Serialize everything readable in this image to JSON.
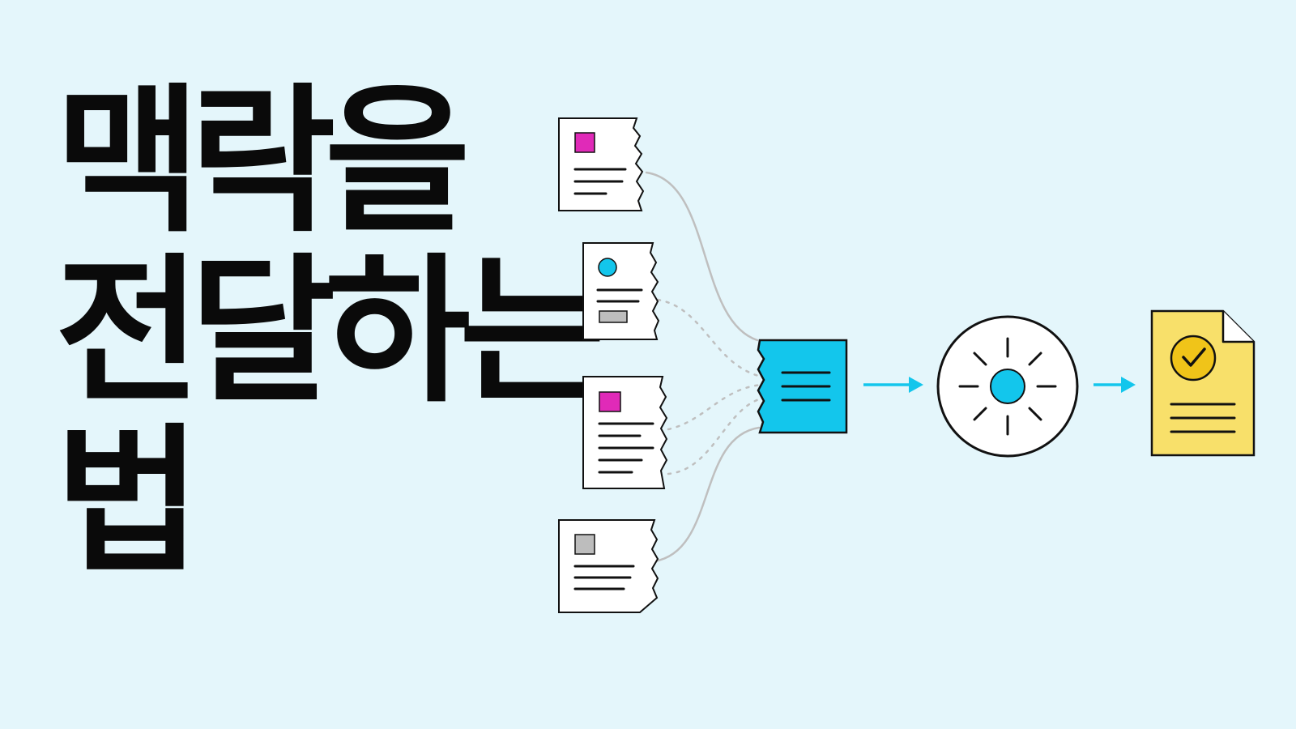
{
  "title_lines": [
    "맥락을",
    "전달하는",
    "법"
  ],
  "colors": {
    "background": "#e4f6fb",
    "accent_cyan": "#13c6ec",
    "accent_magenta": "#e02ab8",
    "accent_gray": "#bdbdbd",
    "output_yellow": "#f8e06a",
    "ink": "#111111"
  },
  "icons": {
    "input_docs": [
      "torn-document-magenta-square-icon",
      "torn-document-cyan-circle-icon",
      "torn-document-magenta-square-icon",
      "torn-document-gray-square-icon"
    ],
    "merged_doc": "merged-document-icon",
    "processor": "sunburst-circle-icon",
    "result_doc": "checkmark-document-icon",
    "arrows": "right-arrow-icon"
  }
}
